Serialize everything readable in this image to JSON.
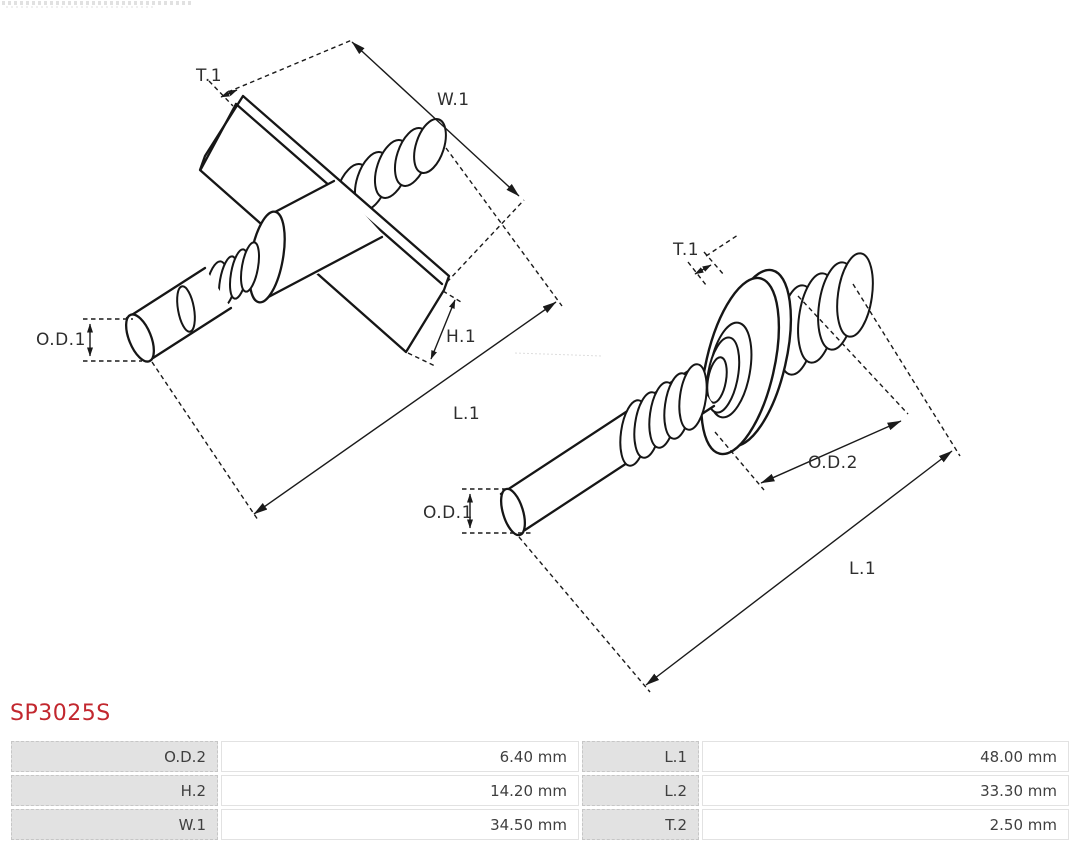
{
  "accent_color": "#c2272e",
  "part": {
    "number": "SP3025S"
  },
  "diagrams": {
    "left": {
      "labels": {
        "t1": "T.1",
        "w1": "W.1",
        "od1": "O.D.1",
        "h1": "H.1",
        "l1": "L.1"
      }
    },
    "right": {
      "labels": {
        "t1": "T.1",
        "od2": "O.D.2",
        "od1": "O.D.1",
        "l1": "L.1"
      }
    }
  },
  "spec_table": {
    "rows": [
      {
        "label1": "O.D.2",
        "value1": "6.40 mm",
        "label2": "L.1",
        "value2": "48.00 mm"
      },
      {
        "label1": "H.2",
        "value1": "14.20 mm",
        "label2": "L.2",
        "value2": "33.30 mm"
      },
      {
        "label1": "W.1",
        "value1": "34.50 mm",
        "label2": "T.2",
        "value2": "2.50 mm"
      }
    ]
  }
}
